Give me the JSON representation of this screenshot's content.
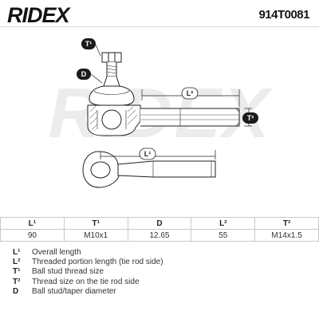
{
  "header": {
    "brand": "RIDEX",
    "part_number": "914T0081",
    "watermark": "RIDEX"
  },
  "drawing_labels": {
    "t1": "T¹",
    "d": "D",
    "l2": "L²",
    "t2": "T²",
    "l1": "L¹"
  },
  "table": {
    "headers": [
      "L¹",
      "T¹",
      "D",
      "L²",
      "T²"
    ],
    "values": [
      "90",
      "M10x1",
      "12.65",
      "55",
      "M14x1.5"
    ]
  },
  "legend": [
    {
      "key": "L¹",
      "text": "Overall length"
    },
    {
      "key": "L²",
      "text": "Threaded portion length (tie rod side)"
    },
    {
      "key": "T¹",
      "text": "Ball stud thread size"
    },
    {
      "key": "T²",
      "text": "Thread size on the tie rod side"
    },
    {
      "key": "D",
      "text": "Ball stud/taper diameter"
    }
  ],
  "colors": {
    "badge": "#1a1a1a",
    "watermark": "#ececec",
    "part": "#222222"
  }
}
